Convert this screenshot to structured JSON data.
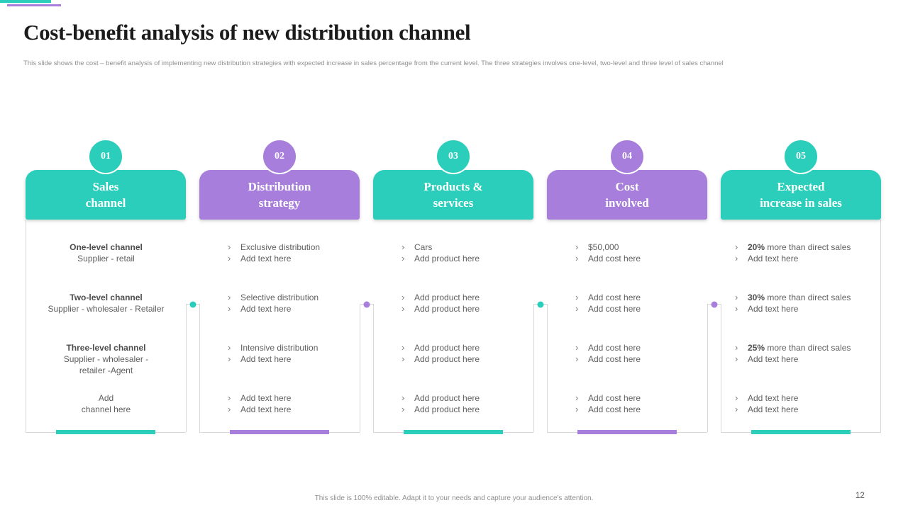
{
  "slide": {
    "title": "Cost-benefit analysis of new distribution channel",
    "subtitle": "This slide shows the cost – benefit analysis of implementing  new distribution strategies with expected increase in sales percentage from the current level. The three strategies involves one-level, two-level and three level of sales channel",
    "footer_note": "This slide is 100% editable. Adapt it to your needs and capture your audience's attention.",
    "page_number": "12"
  },
  "colors": {
    "teal": "#2BCEBB",
    "purple": "#A77EDB",
    "border": "#D8D8D8",
    "body_text": "#5F5F5F",
    "header_text": "#FFFFFF"
  },
  "columns": [
    {
      "number": "01",
      "header": [
        "Sales",
        "channel"
      ],
      "accent": "teal",
      "rows": [
        {
          "title": "One-level channel",
          "lines": [
            "Supplier - retail",
            ""
          ]
        },
        {
          "title": "Two-level channel",
          "lines": [
            "Supplier  - wholesaler - Retailer",
            ""
          ]
        },
        {
          "title": "Three-level channel",
          "lines": [
            "Supplier  -  wholesaler  -",
            "retailer -Agent"
          ]
        },
        {
          "title": "",
          "lines": [
            "Add",
            "channel here"
          ]
        }
      ]
    },
    {
      "number": "02",
      "header": [
        "Distribution",
        "strategy"
      ],
      "accent": "purple",
      "rows": [
        {
          "items": [
            {
              "b": "",
              "t": "Exclusive distribution"
            },
            {
              "b": "",
              "t": "Add text here"
            }
          ]
        },
        {
          "items": [
            {
              "b": "",
              "t": "Selective distribution"
            },
            {
              "b": "",
              "t": "Add text here"
            }
          ]
        },
        {
          "items": [
            {
              "b": "",
              "t": "Intensive distribution"
            },
            {
              "b": "",
              "t": "Add text here"
            }
          ]
        },
        {
          "items": [
            {
              "b": "",
              "t": "Add text here"
            },
            {
              "b": "",
              "t": "Add text here"
            }
          ]
        }
      ]
    },
    {
      "number": "03",
      "header": [
        "Products &",
        "services"
      ],
      "accent": "teal",
      "rows": [
        {
          "items": [
            {
              "b": "",
              "t": "Cars"
            },
            {
              "b": "",
              "t": "Add product here"
            }
          ]
        },
        {
          "items": [
            {
              "b": "",
              "t": "Add product here"
            },
            {
              "b": "",
              "t": "Add product here"
            }
          ]
        },
        {
          "items": [
            {
              "b": "",
              "t": "Add product here"
            },
            {
              "b": "",
              "t": "Add product here"
            }
          ]
        },
        {
          "items": [
            {
              "b": "",
              "t": "Add product here"
            },
            {
              "b": "",
              "t": "Add product here"
            }
          ]
        }
      ]
    },
    {
      "number": "04",
      "header": [
        "Cost",
        "involved"
      ],
      "accent": "purple",
      "rows": [
        {
          "items": [
            {
              "b": "",
              "t": "$50,000"
            },
            {
              "b": "",
              "t": "Add cost here"
            }
          ]
        },
        {
          "items": [
            {
              "b": "",
              "t": "Add cost here"
            },
            {
              "b": "",
              "t": "Add cost here"
            }
          ]
        },
        {
          "items": [
            {
              "b": "",
              "t": "Add cost here"
            },
            {
              "b": "",
              "t": "Add cost here"
            }
          ]
        },
        {
          "items": [
            {
              "b": "",
              "t": "Add cost here"
            },
            {
              "b": "",
              "t": "Add cost here"
            }
          ]
        }
      ]
    },
    {
      "number": "05",
      "header": [
        "Expected",
        "increase in sales"
      ],
      "accent": "teal",
      "rows": [
        {
          "items": [
            {
              "b": "20%",
              "t": " more than direct sales"
            },
            {
              "b": "",
              "t": "Add text here"
            }
          ]
        },
        {
          "items": [
            {
              "b": "30%",
              "t": " more than direct sales"
            },
            {
              "b": "",
              "t": "Add text here"
            }
          ]
        },
        {
          "items": [
            {
              "b": "25%",
              "t": " more than direct sales"
            },
            {
              "b": "",
              "t": "Add text here"
            }
          ]
        },
        {
          "items": [
            {
              "b": "",
              "t": "Add text here"
            },
            {
              "b": "",
              "t": "Add text here"
            }
          ]
        }
      ]
    }
  ]
}
